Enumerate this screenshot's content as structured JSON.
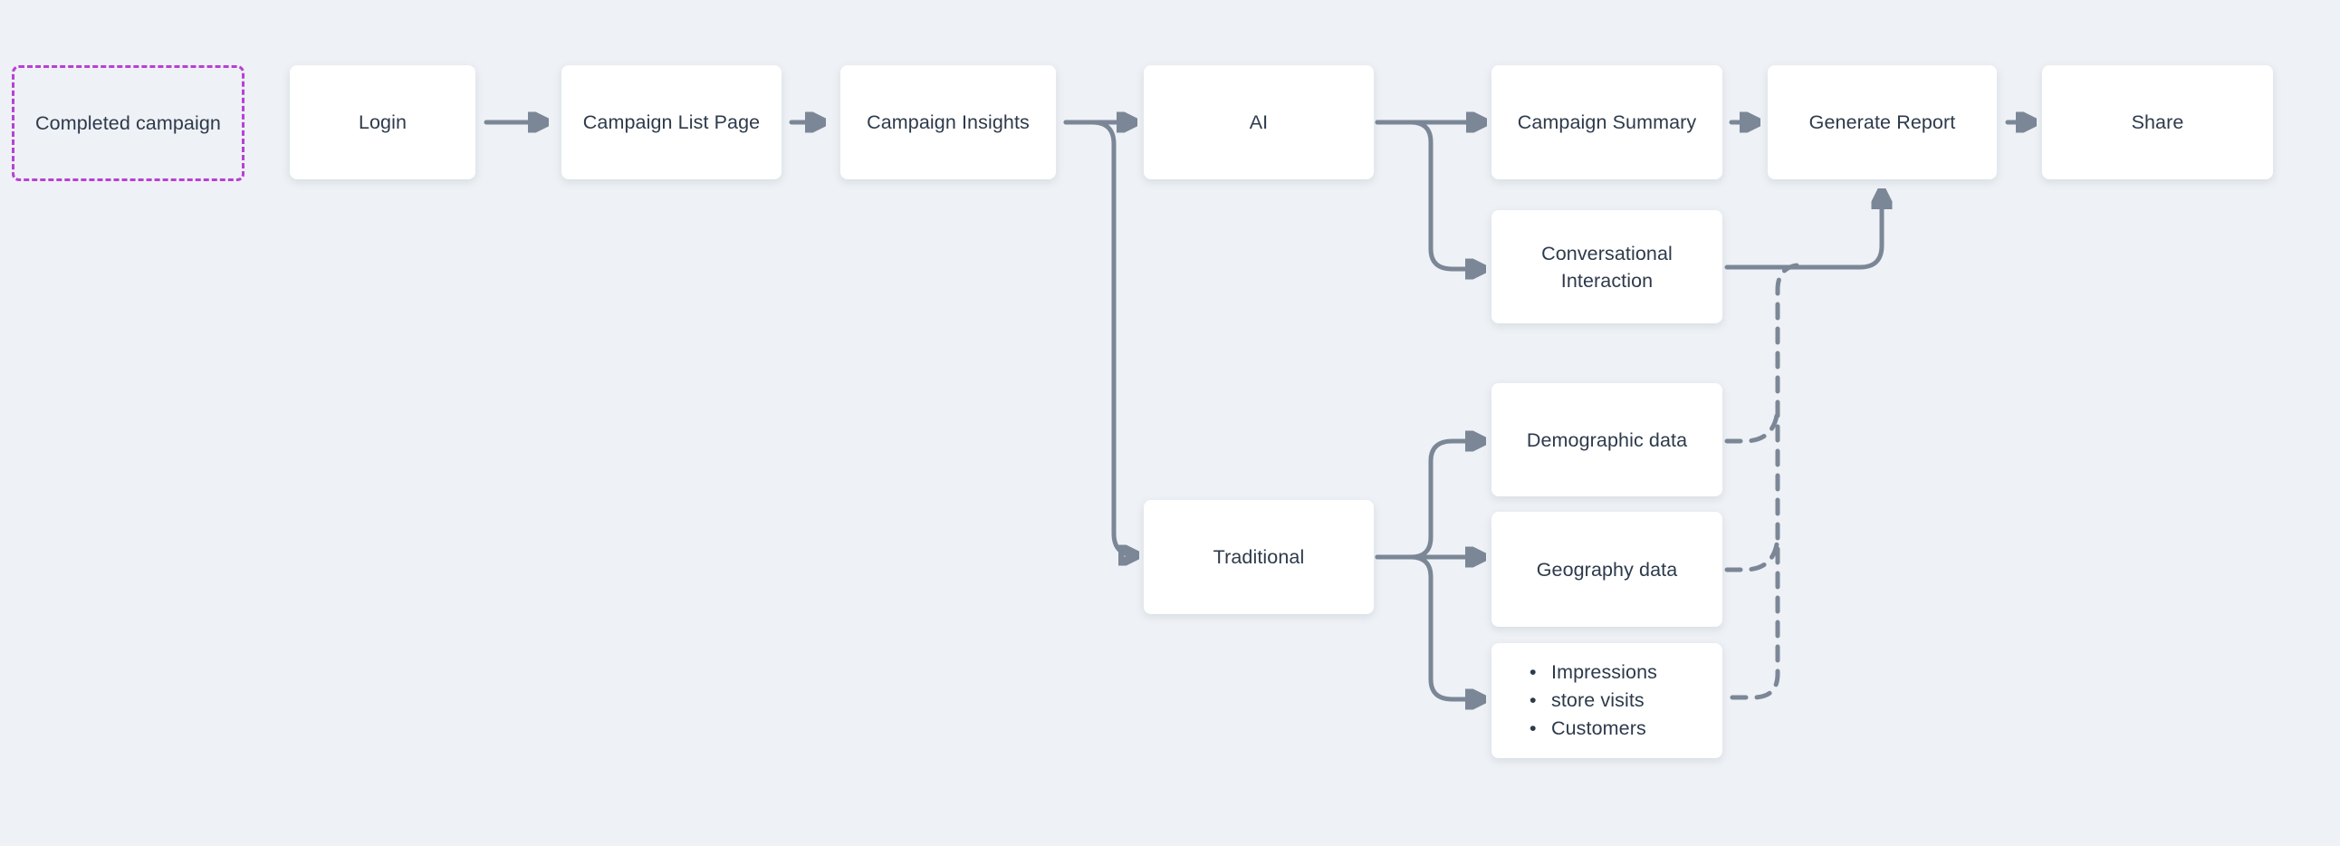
{
  "style": {
    "canvas_background": "#eef1f5",
    "node_fill": "#ffffff",
    "node_text_color": "#2d3a4b",
    "connector_color": "#7b8797",
    "start_node_border_color": "#b740d6"
  },
  "nodes": {
    "completed_campaign": {
      "label": "Completed campaign"
    },
    "login": {
      "label": "Login"
    },
    "campaign_list_page": {
      "label": "Campaign List Page"
    },
    "campaign_insights": {
      "label": "Campaign Insights"
    },
    "ai": {
      "label": "AI"
    },
    "campaign_summary": {
      "label": "Campaign Summary"
    },
    "generate_report": {
      "label": "Generate Report"
    },
    "share": {
      "label": "Share"
    },
    "conversational_interaction": {
      "label": "Conversational Interaction"
    },
    "demographic_data": {
      "label": "Demographic data"
    },
    "traditional": {
      "label": "Traditional"
    },
    "geography_data": {
      "label": "Geography data"
    },
    "impressions_list": {
      "bullets": [
        "Impressions",
        "store visits",
        "Customers"
      ]
    }
  },
  "edges": [
    {
      "from": "login",
      "to": "campaign_list_page",
      "style": "solid-arrow"
    },
    {
      "from": "campaign_list_page",
      "to": "campaign_insights",
      "style": "solid-arrow"
    },
    {
      "from": "campaign_insights",
      "to": "ai",
      "style": "solid-arrow"
    },
    {
      "from": "campaign_insights",
      "to": "traditional",
      "style": "solid-arrow"
    },
    {
      "from": "ai",
      "to": "campaign_summary",
      "style": "solid-arrow"
    },
    {
      "from": "ai",
      "to": "conversational_interaction",
      "style": "solid-arrow"
    },
    {
      "from": "campaign_summary",
      "to": "generate_report",
      "style": "solid-arrow"
    },
    {
      "from": "generate_report",
      "to": "share",
      "style": "solid-arrow"
    },
    {
      "from": "conversational_interaction",
      "to": "generate_report",
      "style": "solid-arrow"
    },
    {
      "from": "traditional",
      "to": "demographic_data",
      "style": "solid-arrow"
    },
    {
      "from": "traditional",
      "to": "geography_data",
      "style": "solid-arrow"
    },
    {
      "from": "traditional",
      "to": "impressions_list",
      "style": "solid-arrow"
    },
    {
      "from": "demographic_data",
      "to": "generate_report",
      "style": "dashed"
    },
    {
      "from": "geography_data",
      "to": "generate_report",
      "style": "dashed"
    },
    {
      "from": "impressions_list",
      "to": "generate_report",
      "style": "dashed"
    }
  ]
}
